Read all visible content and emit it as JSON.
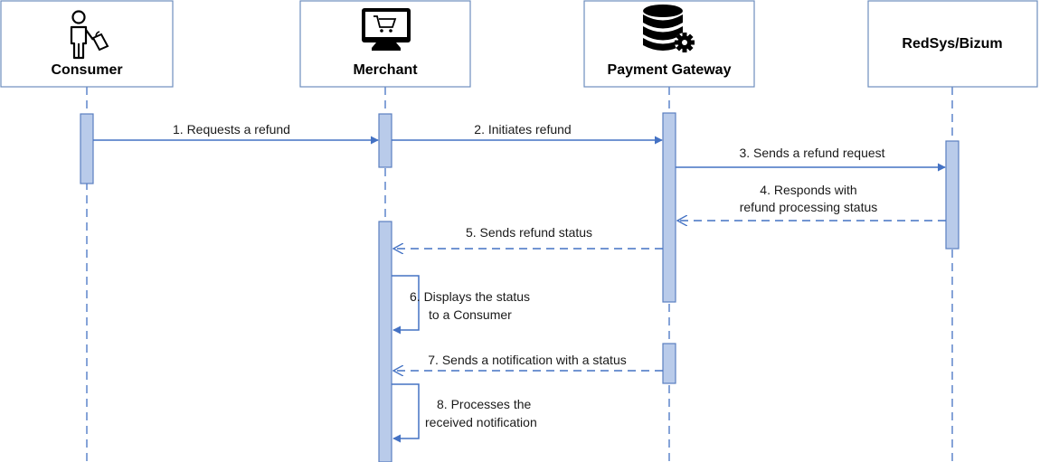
{
  "colors": {
    "box_stroke": "#6d8ebf",
    "activation_fill": "#b9cbea",
    "activation_stroke": "#5a7fc0",
    "arrow": "#4472c4",
    "lifeline": "#4472c4"
  },
  "participants": [
    {
      "id": "consumer",
      "name": "Consumer",
      "icon": "person-with-shopping-bag-icon"
    },
    {
      "id": "merchant",
      "name": "Merchant",
      "icon": "computer-shopping-cart-icon"
    },
    {
      "id": "gateway",
      "name": "Payment Gateway",
      "icon": "database-gear-icon"
    },
    {
      "id": "redsys",
      "name": "RedSys/Bizum",
      "icon": ""
    }
  ],
  "messages": [
    {
      "label": "1. Requests a refund",
      "from": "consumer",
      "to": "merchant",
      "style": "solid"
    },
    {
      "label": "2. Initiates refund",
      "from": "merchant",
      "to": "gateway",
      "style": "solid"
    },
    {
      "label": "3. Sends a refund request",
      "from": "gateway",
      "to": "redsys",
      "style": "solid"
    },
    {
      "label": [
        "4. Responds with",
        "refund processing  status"
      ],
      "from": "redsys",
      "to": "gateway",
      "style": "dashed"
    },
    {
      "label": "5. Sends refund status",
      "from": "gateway",
      "to": "merchant",
      "style": "dashed"
    },
    {
      "label": [
        "6. Displays the status",
        "to a Consumer"
      ],
      "from": "merchant",
      "to": "merchant",
      "style": "self"
    },
    {
      "label": "7. Sends a notification with a status",
      "from": "gateway",
      "to": "merchant",
      "style": "dashed"
    },
    {
      "label": [
        "8. Processes the",
        "received notification"
      ],
      "from": "merchant",
      "to": "merchant",
      "style": "self"
    }
  ]
}
